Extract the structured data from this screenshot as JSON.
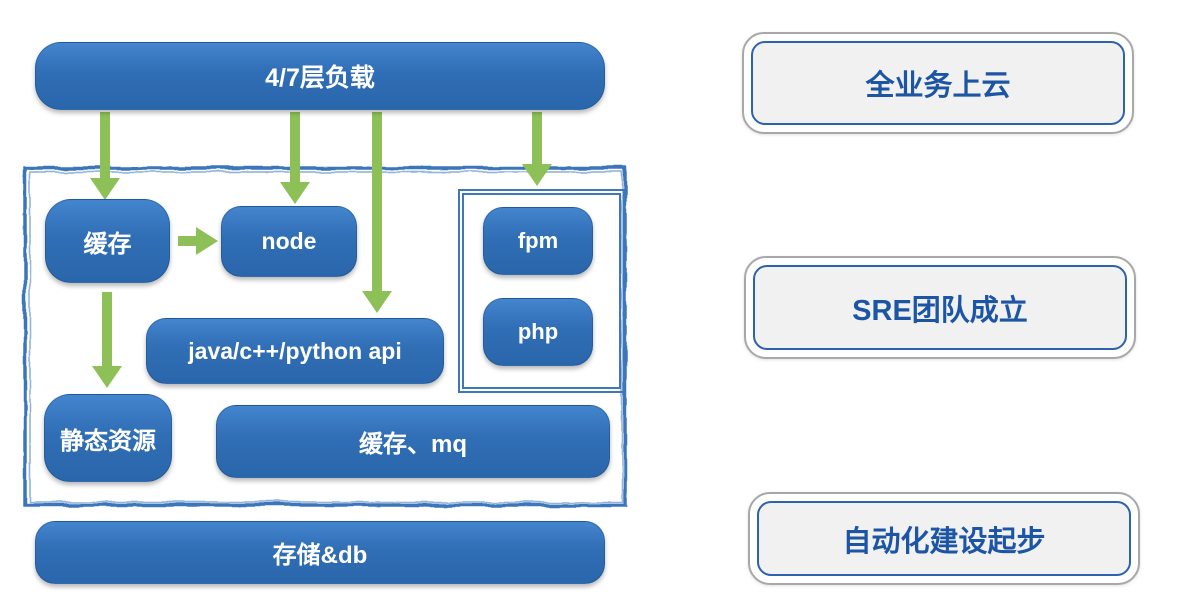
{
  "diagram": {
    "load_balancer": "4/7层负载",
    "cache": "缓存",
    "node": "node",
    "fpm": "fpm",
    "php": "php",
    "api": "java/c++/python api",
    "static_resources": "静态资源",
    "cache_mq": "缓存、mq",
    "storage_db": "存储&db"
  },
  "milestones": [
    {
      "label": "全业务上云"
    },
    {
      "label": "SRE团队成立"
    },
    {
      "label": "自动化建设起步"
    }
  ],
  "colors": {
    "node_blue_top": "#4385ce",
    "node_blue_bottom": "#2a66ab",
    "arrow_green": "#8dc157",
    "container_border_blue": "#3a74ba",
    "milestone_outer_border": "#a8a8a8",
    "milestone_inner_border": "#2d62ae",
    "milestone_background": "#f1f1f2",
    "milestone_text_blue": "#1d55a5"
  }
}
